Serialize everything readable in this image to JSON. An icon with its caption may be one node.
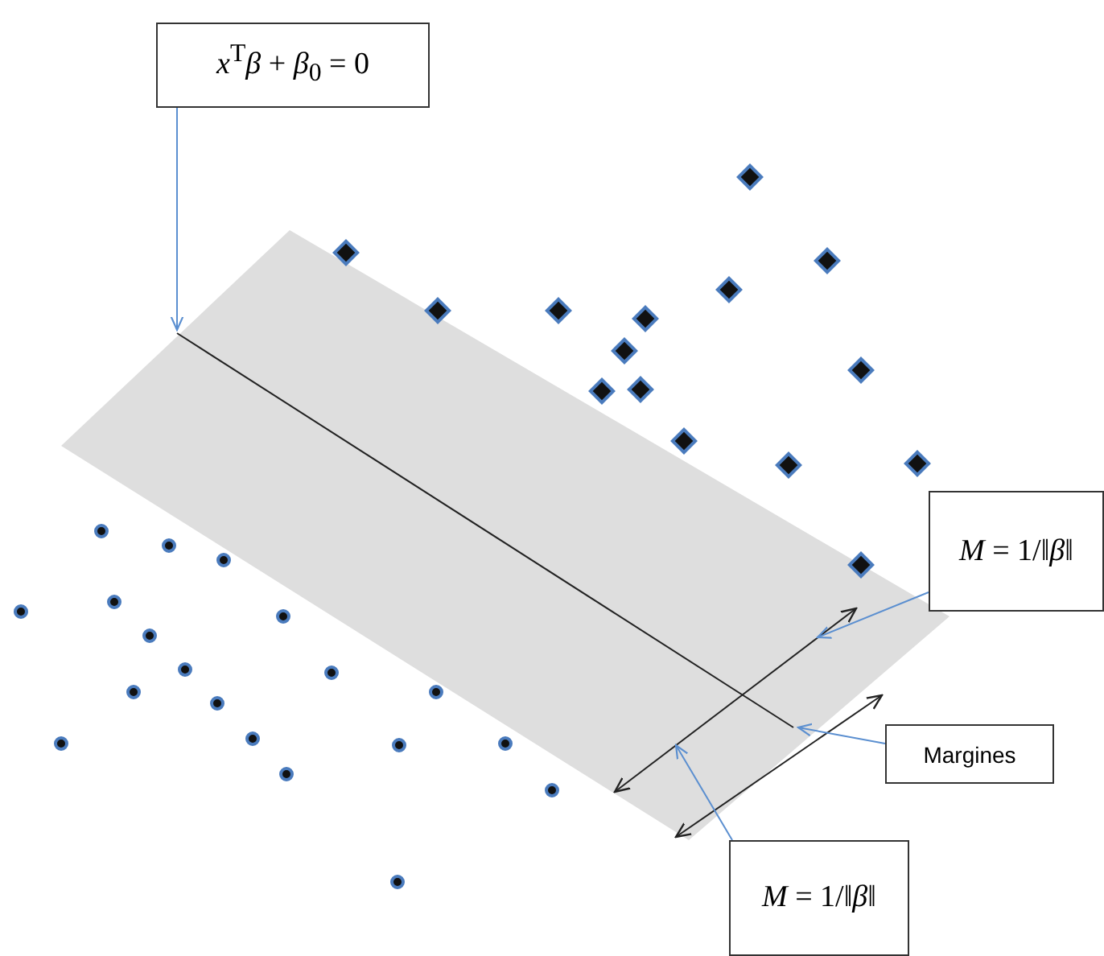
{
  "diagram": {
    "nodes": [
      {
        "text": [
          "*x*$^{T}$*β* + *β*$_{0}$ = 0"
        ]
      },
      {
        "text": [],
        "shape": "line"
      },
      {
        "text": [
          "*M* = 1/‖*β*‖"
        ]
      },
      {
        "text": [],
        "shape": "arrow"
      },
      {
        "text": [
          "Margines"
        ]
      },
      {
        "text": [
          "*M* = 1/‖*β*‖"
        ]
      }
    ],
    "edges": [
      {
        "from": 0,
        "to": 1,
        "arrow": "to"
      },
      {
        "from": 2,
        "to": 3,
        "arrow": "to"
      },
      {
        "from": 4,
        "to": 1,
        "arrow": "to"
      },
      {
        "from": 5,
        "to": 3,
        "arrow": "to"
      }
    ]
  }
}
